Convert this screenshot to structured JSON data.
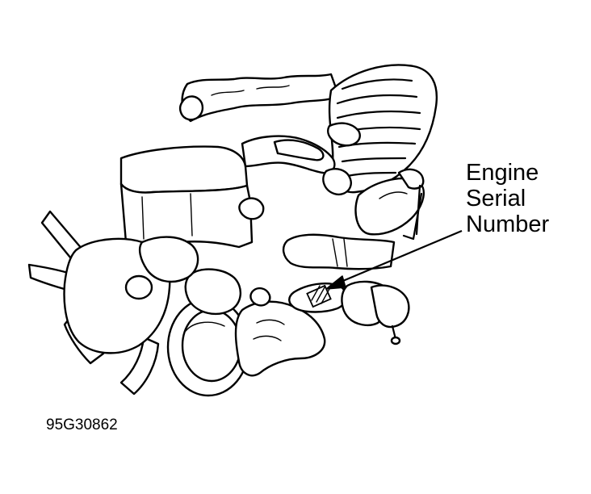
{
  "callout": {
    "line1": "Engine",
    "line2": "Serial",
    "line3": "Number"
  },
  "figure_id": "95G30862",
  "colors": {
    "ink": "#000000",
    "paper": "#ffffff"
  }
}
